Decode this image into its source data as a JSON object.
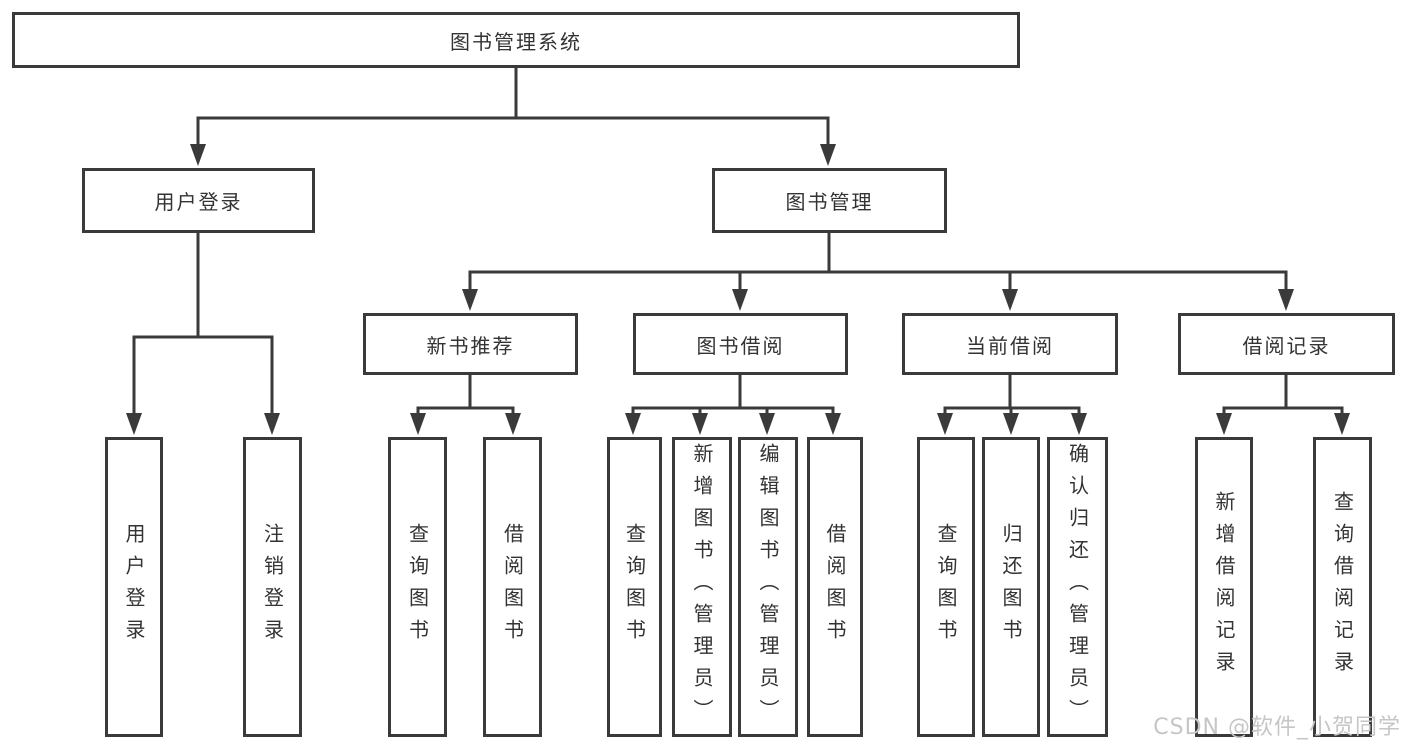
{
  "colors": {
    "line": "#3a3a3a",
    "text": "#333333",
    "bg": "#ffffff",
    "watermark": "#c6c6c6"
  },
  "watermark": {
    "text": "CSDN @软件_小贺同学"
  },
  "tree": {
    "root": {
      "label": "图书管理系统"
    },
    "level2": [
      {
        "label": "用户登录"
      },
      {
        "label": "图书管理"
      }
    ],
    "level3": [
      {
        "label": "新书推荐"
      },
      {
        "label": "图书借阅"
      },
      {
        "label": "当前借阅"
      },
      {
        "label": "借阅记录"
      }
    ],
    "leaves": {
      "user_login": [
        {
          "label": "用户登录"
        },
        {
          "label": "注销登录"
        }
      ],
      "new_book": [
        {
          "label": "查询图书"
        },
        {
          "label": "借阅图书"
        }
      ],
      "book_borrow": [
        {
          "label": "查询图书"
        },
        {
          "label": "新增图书（管理员）"
        },
        {
          "label": "编辑图书（管理员）"
        },
        {
          "label": "借阅图书"
        }
      ],
      "current_borrow": [
        {
          "label": "查询图书"
        },
        {
          "label": "归还图书"
        },
        {
          "label": "确认归还（管理员）"
        }
      ],
      "borrow_record": [
        {
          "label": "新增借阅记录"
        },
        {
          "label": "查询借阅记录"
        }
      ]
    }
  }
}
